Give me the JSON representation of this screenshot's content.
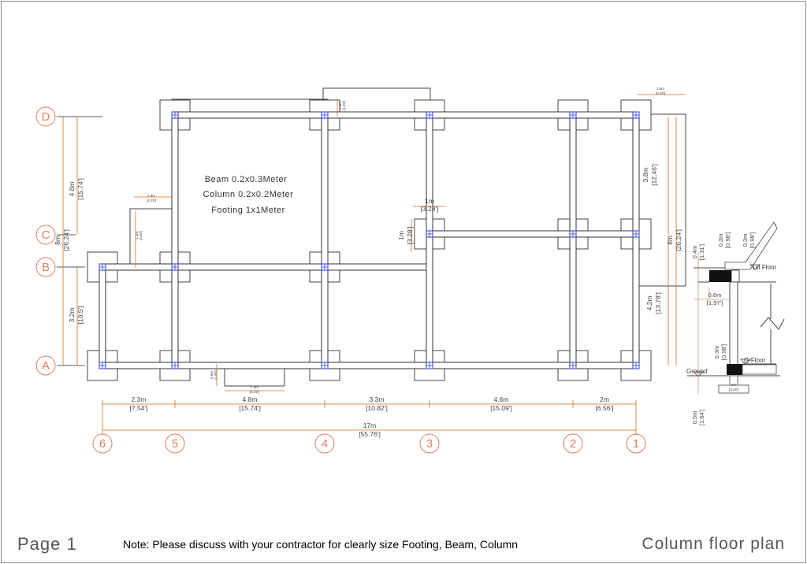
{
  "colors": {
    "beam": "#333333",
    "dimension": "#d07020",
    "grid_bubble": "#e08060",
    "column_marker": "#2a3fd0",
    "hatch": "#000000"
  },
  "grid": {
    "rows": [
      "D",
      "C",
      "B",
      "A"
    ],
    "columns": [
      "6",
      "5",
      "4",
      "3",
      "2",
      "1"
    ]
  },
  "specs": {
    "beam": "Beam  0.2x0.3Meter",
    "column": "Column  0.2x0.2Meter",
    "footing": "Footing  1x1Meter"
  },
  "dims": {
    "bottom": [
      {
        "m": "2.3m",
        "ft": "[7.54']"
      },
      {
        "m": "4.8m",
        "ft": "[15.74']"
      },
      {
        "m": "3.3m",
        "ft": "[10.82']"
      },
      {
        "m": "4.6m",
        "ft": "[15.09']"
      },
      {
        "m": "2m",
        "ft": "[6.56']"
      }
    ],
    "total": {
      "m": "17m",
      "ft": "[55.76']"
    },
    "left_dc": {
      "m": "4.8m",
      "ft": "[15.74']"
    },
    "left_db": {
      "m": "8m",
      "ft": "[26.24']"
    },
    "left_ba": {
      "m": "3.2m",
      "ft": "[10.5']"
    },
    "right_top": {
      "m": "3.8m",
      "ft": "[12.46']"
    },
    "right_mid": {
      "m": "8m",
      "ft": "[26.24']"
    },
    "right_bot": {
      "m": "4.2m",
      "ft": "[13.78']"
    },
    "inner_1m_h": {
      "m": "1m",
      "ft": "[3.28']"
    },
    "inner_1m_v": {
      "m": "1m",
      "ft": "[3.28']"
    },
    "small_top_right": {
      "m": "1.6m",
      "ft": "[5.25']"
    },
    "small_top_mid": {
      "m": "0.4m",
      "ft": "[1.56']"
    },
    "small_left_h": {
      "m": "1.3m",
      "ft": "[4.25']"
    },
    "small_left_v": {
      "m": "1.1m",
      "ft": "[3.60']"
    },
    "small_bottom_h": {
      "m": "1.6m",
      "ft": "[5.25']"
    },
    "small_bottom_v": {
      "m": "0.6m",
      "ft": "[1.96']"
    }
  },
  "section": {
    "first_floor": "1st Floor",
    "g_floor": "G-Floor",
    "ground": "Ground",
    "d1": {
      "m": "0.4m",
      "ft": "[1.31']"
    },
    "d2": {
      "m": "0.3m",
      "ft": "[0.98']"
    },
    "d3": {
      "m": "0.3m",
      "ft": "[0.98']"
    },
    "d4": {
      "m": "0.6m",
      "ft": "[1.97']"
    },
    "d5": {
      "m": "0.3m",
      "ft": "[0.98']"
    },
    "d6": {
      "m": "0.5m",
      "ft": "[1.64']"
    },
    "d7": {
      "m": "1m",
      "ft": "[3.28']"
    }
  },
  "footer": {
    "page": "Page 1",
    "note": "Note: Please discuss with your contractor for clearly size Footing, Beam, Column",
    "title": "Column  floor  plan"
  }
}
